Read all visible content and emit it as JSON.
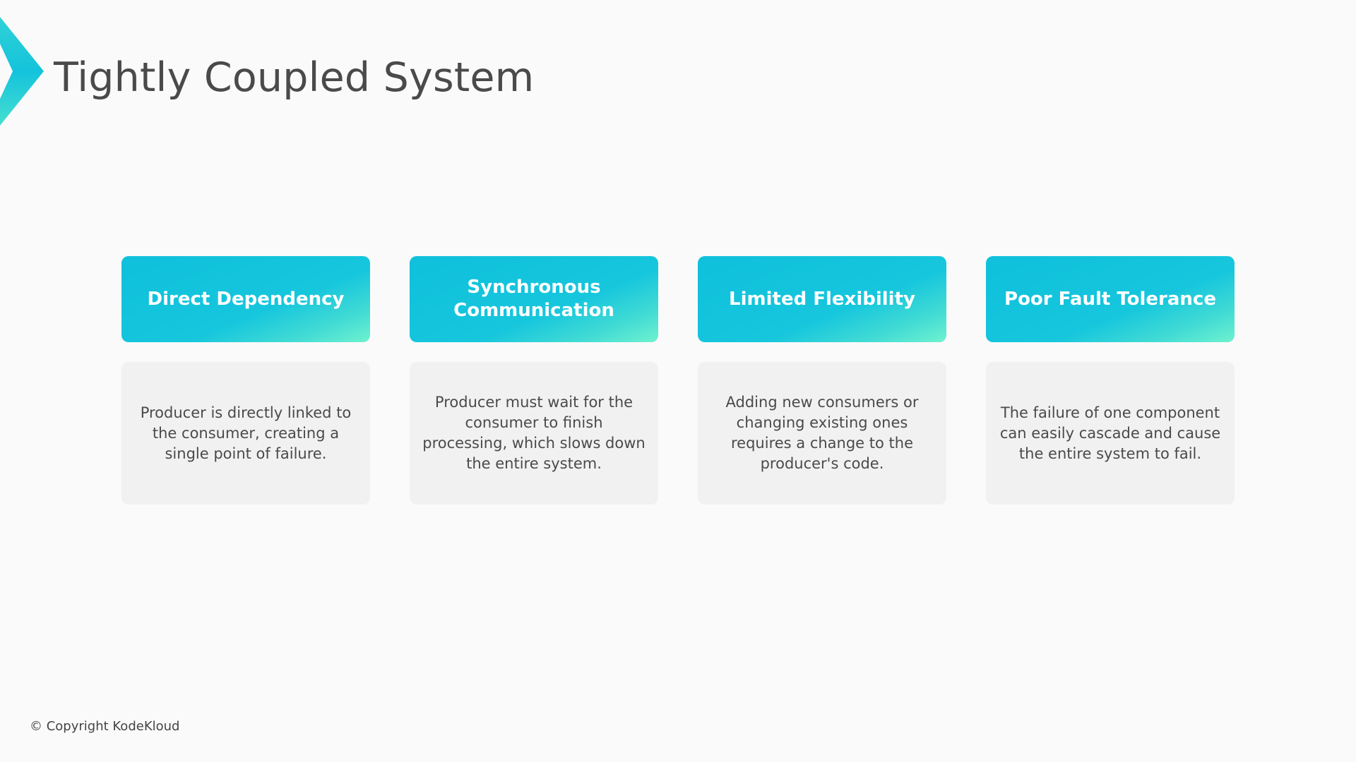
{
  "slide": {
    "title": "Tightly Coupled System",
    "footer": "© Copyright KodeKloud",
    "accent_colors": [
      "#0fc0dc",
      "#6ff2cf"
    ]
  },
  "cards": [
    {
      "title": "Direct Dependency",
      "description": "Producer is directly linked to the consumer, creating a single point of failure."
    },
    {
      "title": "Synchronous Communication",
      "description": "Producer must wait for the consumer to finish processing, which slows down the entire system."
    },
    {
      "title": "Limited Flexibility",
      "description": "Adding new consumers or changing existing ones requires a change to the producer's code."
    },
    {
      "title": "Poor Fault Tolerance",
      "description": "The failure of one component can easily cascade and cause the entire system to fail."
    }
  ]
}
